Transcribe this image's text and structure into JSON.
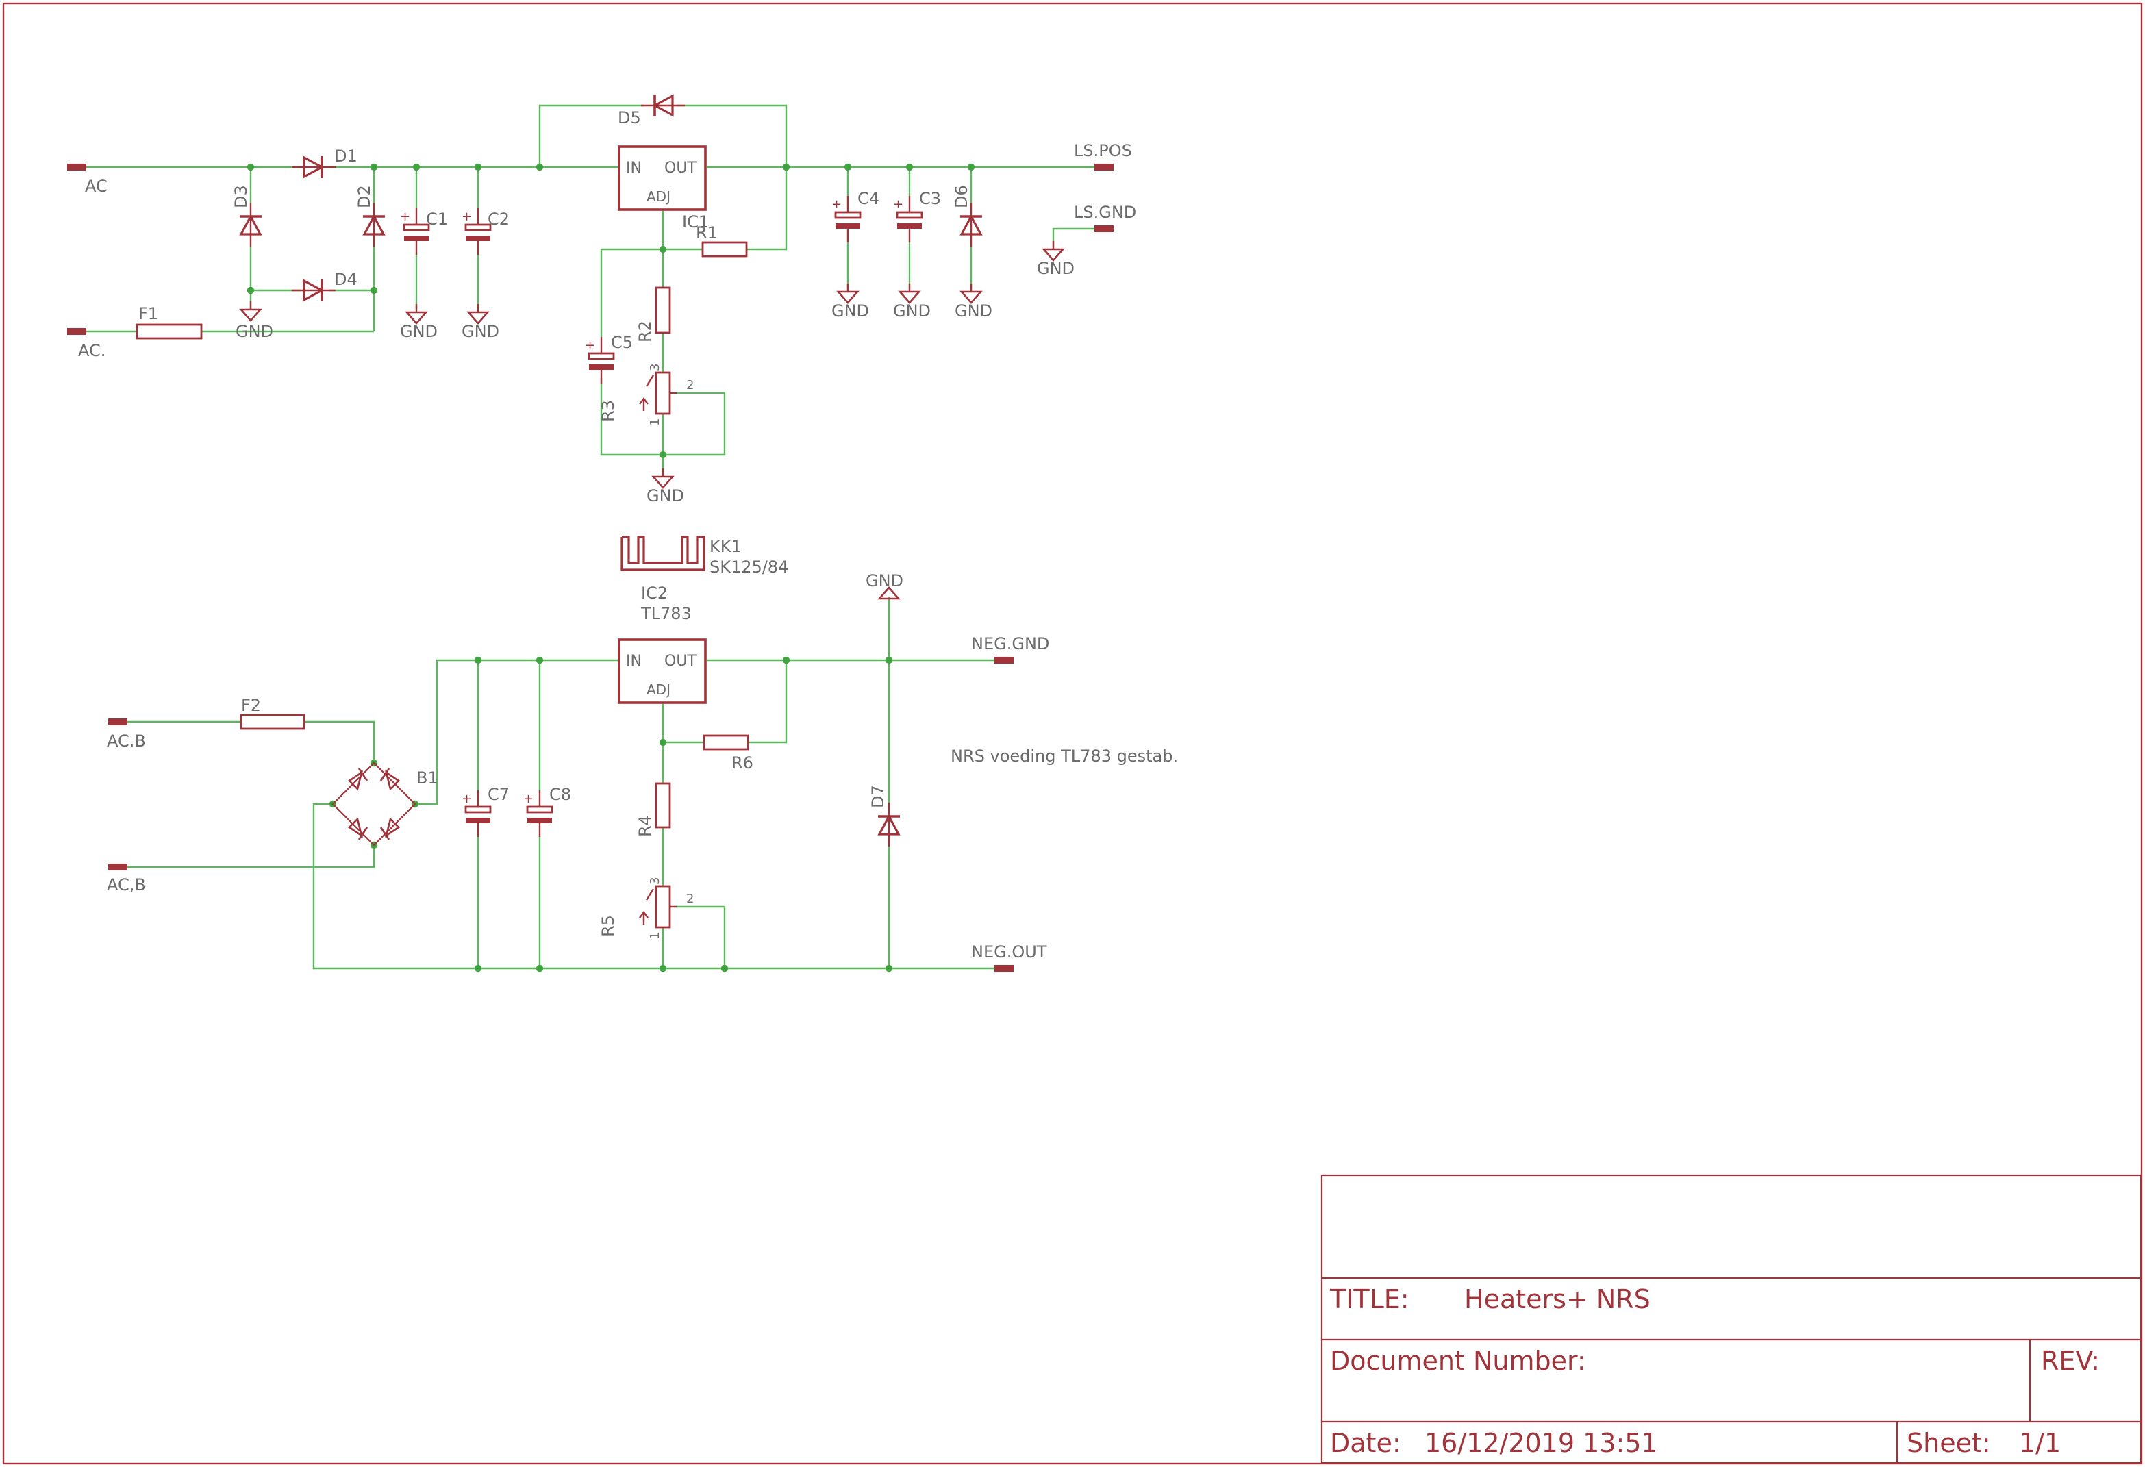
{
  "colors": {
    "wire": "#5cb85c",
    "symbol": "#a0343a",
    "text": "#6b6b6b",
    "junction": "#3fa33f",
    "background": "#ffffff"
  },
  "upper_circuit": {
    "connectors": {
      "ac": "AC",
      "ac_dot": "AC.",
      "ls_pos": "LS.POS",
      "ls_gnd": "LS.GND"
    },
    "fuse": "F1",
    "diodes": {
      "d1": "D1",
      "d2": "D2",
      "d3": "D3",
      "d4": "D4",
      "d5": "D5",
      "d6": "D6"
    },
    "capacitors": {
      "c1": "C1",
      "c2": "C2",
      "c3": "C3",
      "c4": "C4",
      "c5": "C5"
    },
    "regulator": {
      "name": "IC1",
      "pin_in": "IN",
      "pin_out": "OUT",
      "pin_adj": "ADJ"
    },
    "resistors": {
      "r1": "R1",
      "r2": "R2",
      "r3": "R3"
    },
    "pot_pins": {
      "p1": "1",
      "p2": "2",
      "p3": "3"
    },
    "gnd": "GND"
  },
  "heatsink": {
    "name": "KK1",
    "value": "SK125/84"
  },
  "lower_circuit": {
    "connectors": {
      "acb_1": "AC.B",
      "acb_2": "AC,B",
      "neg_gnd": "NEG.GND",
      "neg_out": "NEG.OUT"
    },
    "fuse": "F2",
    "bridge": "B1",
    "capacitors": {
      "c7": "C7",
      "c8": "C8"
    },
    "regulator": {
      "name": "IC2",
      "value": "TL783",
      "pin_in": "IN",
      "pin_out": "OUT",
      "pin_adj": "ADJ"
    },
    "resistors": {
      "r4": "R4",
      "r5": "R5",
      "r6": "R6"
    },
    "pot_pins": {
      "p1": "1",
      "p2": "2",
      "p3": "3"
    },
    "diode": "D7",
    "gnd": "GND",
    "note": "NRS voeding TL783 gestab."
  },
  "title_block": {
    "title_label": "TITLE:",
    "title_value": "Heaters+ NRS",
    "doc_number_label": "Document Number:",
    "rev_label": "REV:",
    "date_label": "Date:",
    "date_value": "16/12/2019 13:51",
    "sheet_label": "Sheet:",
    "sheet_value": "1/1"
  }
}
